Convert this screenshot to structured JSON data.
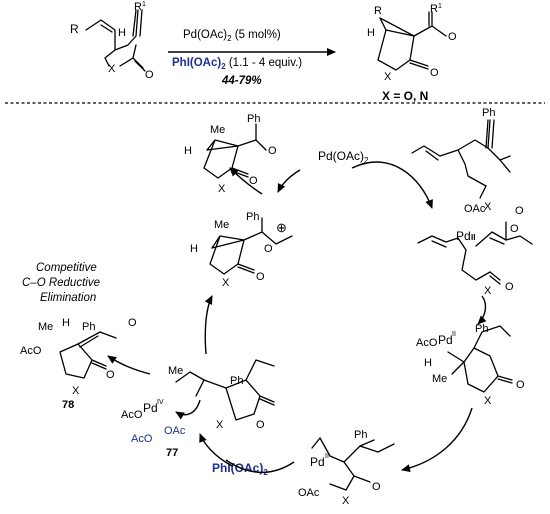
{
  "header": {
    "reagent1": "Pd(OAc)",
    "reagent1_sub": "2",
    "reagent1_tail": " (5 mol%)",
    "reagent2_bold": "PhI(OAc)",
    "reagent2_sub": "2",
    "reagent2_tail": " (1.1 - 4 equiv.)",
    "yield": "44-79%",
    "x_equals": "X = O, N"
  },
  "labels": {
    "r": "R",
    "r1": "R",
    "r1_sup": "1",
    "h": "H",
    "x": "X",
    "o": "O",
    "ph": "Ph",
    "me": "Me",
    "aco": "AcO",
    "oac": "OAc",
    "pd": "Pd",
    "pd_ii": "II",
    "pd_iv": "IV",
    "charge": "⊕"
  },
  "cycle": {
    "catalyst": "Pd(OAc)",
    "catalyst_sub": "2",
    "oxidant": "PhI(OAc)",
    "oxidant_sub": "2",
    "oac_blue": "AcO",
    "oac_blue2": "OAc",
    "label_77": "77",
    "label_78": "78",
    "side_note": [
      "Competitive",
      "C–O Reductive",
      "Elimination"
    ]
  }
}
